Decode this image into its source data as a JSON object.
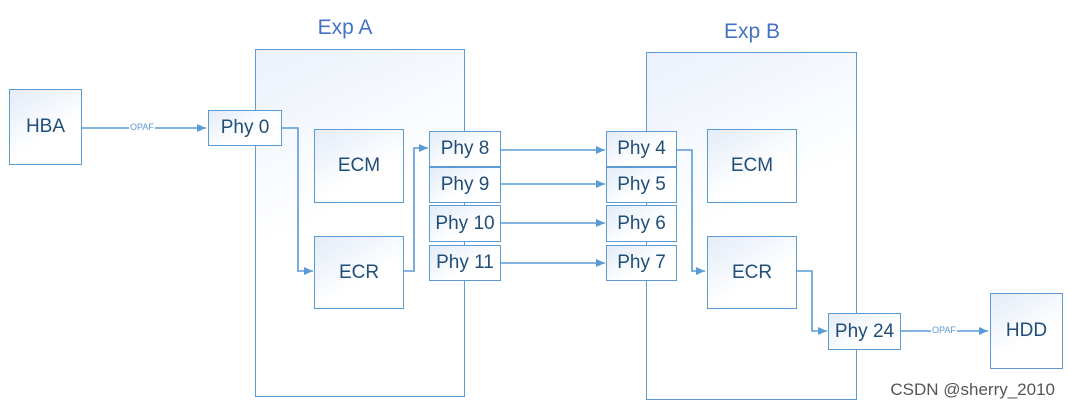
{
  "expanders": {
    "a": {
      "title": "Exp A",
      "ecm": "ECM",
      "ecr": "ECR"
    },
    "b": {
      "title": "Exp B",
      "ecm": "ECM",
      "ecr": "ECR"
    }
  },
  "hosts": {
    "hba": "HBA",
    "hdd": "HDD"
  },
  "phys": {
    "phy0": "Phy 0",
    "phy8": "Phy 8",
    "phy9": "Phy 9",
    "phy10": "Phy 10",
    "phy11": "Phy 11",
    "phy4": "Phy 4",
    "phy5": "Phy 5",
    "phy6": "Phy 6",
    "phy7": "Phy 7",
    "phy24": "Phy 24"
  },
  "links": {
    "hba_label": "OPAF",
    "hdd_label": "OPAF"
  },
  "watermark": "CSDN @sherry_2010",
  "colors": {
    "line": "#5b9bd5",
    "text": "#1f4e79",
    "title": "#4472c4"
  }
}
